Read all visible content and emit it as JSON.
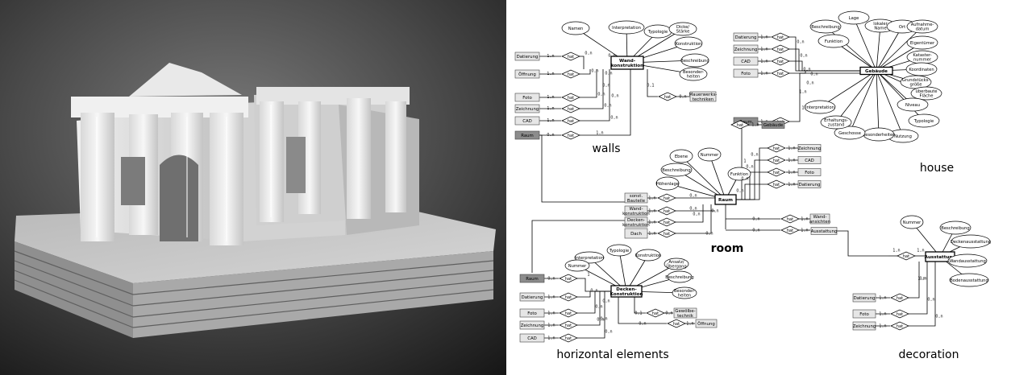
{
  "diagram": {
    "sections": {
      "walls": "walls",
      "room": "room",
      "house": "house",
      "horizontal": "horizontal elements",
      "decoration": "decoration"
    },
    "entities": {
      "wand": "Wand-|konstruktion",
      "raum_main": "Raum",
      "gebaeude": "Gebäude",
      "decken": "Decken-|Konstruktion",
      "ausstattung": "Ausstattung"
    },
    "rel": "hat",
    "card": {
      "n1": "1..n",
      "n0": "0..n",
      "z01": "0..1",
      "one": "1"
    },
    "walls": {
      "attributes": [
        "Namen",
        "Interpretation",
        "Typologie",
        "Dicke/|Stärke",
        "Konstruktion",
        "Beschreibung",
        "Besonder-|heiten"
      ],
      "left_tables": [
        "Datierung",
        "Öffnung",
        "Foto",
        "Zeichnung",
        "CAD",
        "Raum"
      ],
      "right_table": "Mauerwerks-|techniken"
    },
    "house": {
      "attributes": [
        "Beschreibung",
        "Funktion",
        "Lage",
        "lokaler|Name",
        "Ort",
        "Aufnahme-|datum",
        "Eigentümer",
        "Kataster-|nummer",
        "Koordinaten",
        "Grundstücks-|größe",
        "überbaute|Fläche",
        "Niveau",
        "Typologie",
        "Nutzung",
        "Besonderheiten",
        "Geschosse",
        "Erhaltungs-|zustand",
        "Interpretation"
      ],
      "left_tables": [
        "Datierung",
        "Zeichnung",
        "CAD",
        "Foto"
      ],
      "raum_table": "Raum"
    },
    "room": {
      "attributes": [
        "Beschreibung",
        "Ebene",
        "Nummer",
        "Funktion",
        "Höhenlage"
      ],
      "left_tables": [
        "sonst.|Bauteile",
        "Wand-|konstruktion",
        "Decken-|konstruktion",
        "Dach"
      ],
      "right_tables": [
        "Zeichnung",
        "CAD",
        "Foto",
        "Datierung"
      ],
      "gebaeude_table": "Gebäude",
      "wandansichten": "Wand-|ansichten",
      "ausstattung_table": "Ausstattung"
    },
    "horizontal": {
      "attributes": [
        "Interpretation",
        "Typologie",
        "Konstruktion",
        "Ansatz/|Übergang",
        "Nummer",
        "Beschreibung",
        "Besonder-|heiten"
      ],
      "left_tables": [
        "Raum",
        "Datierung",
        "Foto",
        "Zeichnung",
        "CAD"
      ],
      "right_tables": [
        "Gewölbe-|technik",
        "Öffnung"
      ]
    },
    "decoration": {
      "attributes": [
        "Nummer",
        "Beschreibung",
        "Deckenausstattung",
        "Wandausstattung",
        "Bodenausstattung"
      ],
      "left_tables": [
        "Datierung",
        "Foto",
        "Zeichnung"
      ]
    }
  }
}
